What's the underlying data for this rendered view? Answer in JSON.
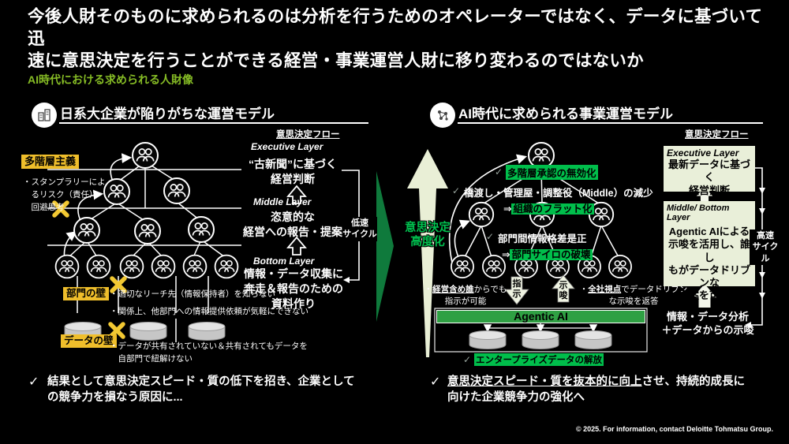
{
  "page": {
    "title": "今後人財そのものに求められるのは分析を行うためのオペレーターではなく、データに基づいて迅\n速に意思決定を行うことができる経営・事業運営人財に移り変わるのではないか",
    "subtitle": "AI時代における求められる人財像",
    "footer": "© 2025. For information, contact Deloitte Tohmatsu Group."
  },
  "glyphs": {
    "check": "✓",
    "arrow_right": "⇒",
    "bullet": "・"
  },
  "colors": {
    "deloitte_green": "#86BC25",
    "highlight_green": "#00BE4B",
    "bar_green": "#2FA043",
    "dark_green_arrow": "#0F7A3C",
    "cream": "#E9EFD6",
    "yellow": "#EFBE2B"
  },
  "left_panel": {
    "title": "日系大企業が陥りがちな運営モデル",
    "multilayer_label": "多階層主義",
    "multilayer_bullet": "・スタンプラリーによ\n　るリスク（責任）\n　回避思考",
    "dept_wall_label": "部門の壁",
    "dept_bullet1": "・適切なリーチ先（情報保持者）を知らない",
    "dept_bullet2": "・関係上、他部門への情報提供依頼が気軽にできない",
    "data_wall_label": "データの壁",
    "data_bullet": "・データが共有されていない＆共有されてもデータを\n　自部門で紐解けない",
    "flow": {
      "heading": "意思決定フロー",
      "exec_layer": "Executive Layer",
      "exec_text": "“古新聞”に基づく\n経営判断",
      "middle_layer": "Middle Layer",
      "middle_text": "恣意的な\n経営への報告・提案",
      "cycle_label": "低速\nサイクル",
      "bottom_layer": "Bottom Layer",
      "bottom_text": "情報・データ収集に\n奔走＆報告のための\n資料作り"
    },
    "conclusion": "結果として意思決定スピード・質の低下を招き、企業として\nの競争力を損なう原因に..."
  },
  "right_panel": {
    "title": "AI時代に求められる事業運営モデル",
    "big_arrow_label": "意思決定\n高度化",
    "h1_green": "多階層承認の無効化",
    "h2_plain": "橋渡し・管理屋・調整役（Middle）の減少",
    "h2_green": "組織のフラット化",
    "h3_plain": "部門間情報格差是正",
    "h3_green": "部門サイロの破壊",
    "bullet_left_underline": "経営含め誰",
    "bullet_left_rest": "からでも",
    "bullet_left_line2": "指示が可能",
    "arrow_down_label": "指\n示",
    "arrow_up_label": "示\n唆",
    "bullet_right_underline": "全社視点",
    "bullet_right_rest": "でデータドリブン",
    "bullet_right_line2": "な示唆を返答",
    "agentic_bar": "Agentic AI",
    "enterprise_green": "エンタープライズデータの解放",
    "flow": {
      "heading": "意思決定フロー",
      "exec_layer": "Executive Layer",
      "exec_text": "最新データに基づく\n経営判断",
      "mid_layer": "Middle/ Bottom Layer",
      "mid_text": "Agentic AIによる\n示唆を活用し、誰し\nもがデータドリブンな\n提案を可能に",
      "cycle_label": "高速\nサイクル",
      "bottom_text": "情報・データ分析\n＋データからの示唆"
    },
    "conclusion_underline": "意思決定スピード・質を抜本的に向上",
    "conclusion_rest": "させ、持続的成長に\n向けた企業競争力の強化へ"
  }
}
